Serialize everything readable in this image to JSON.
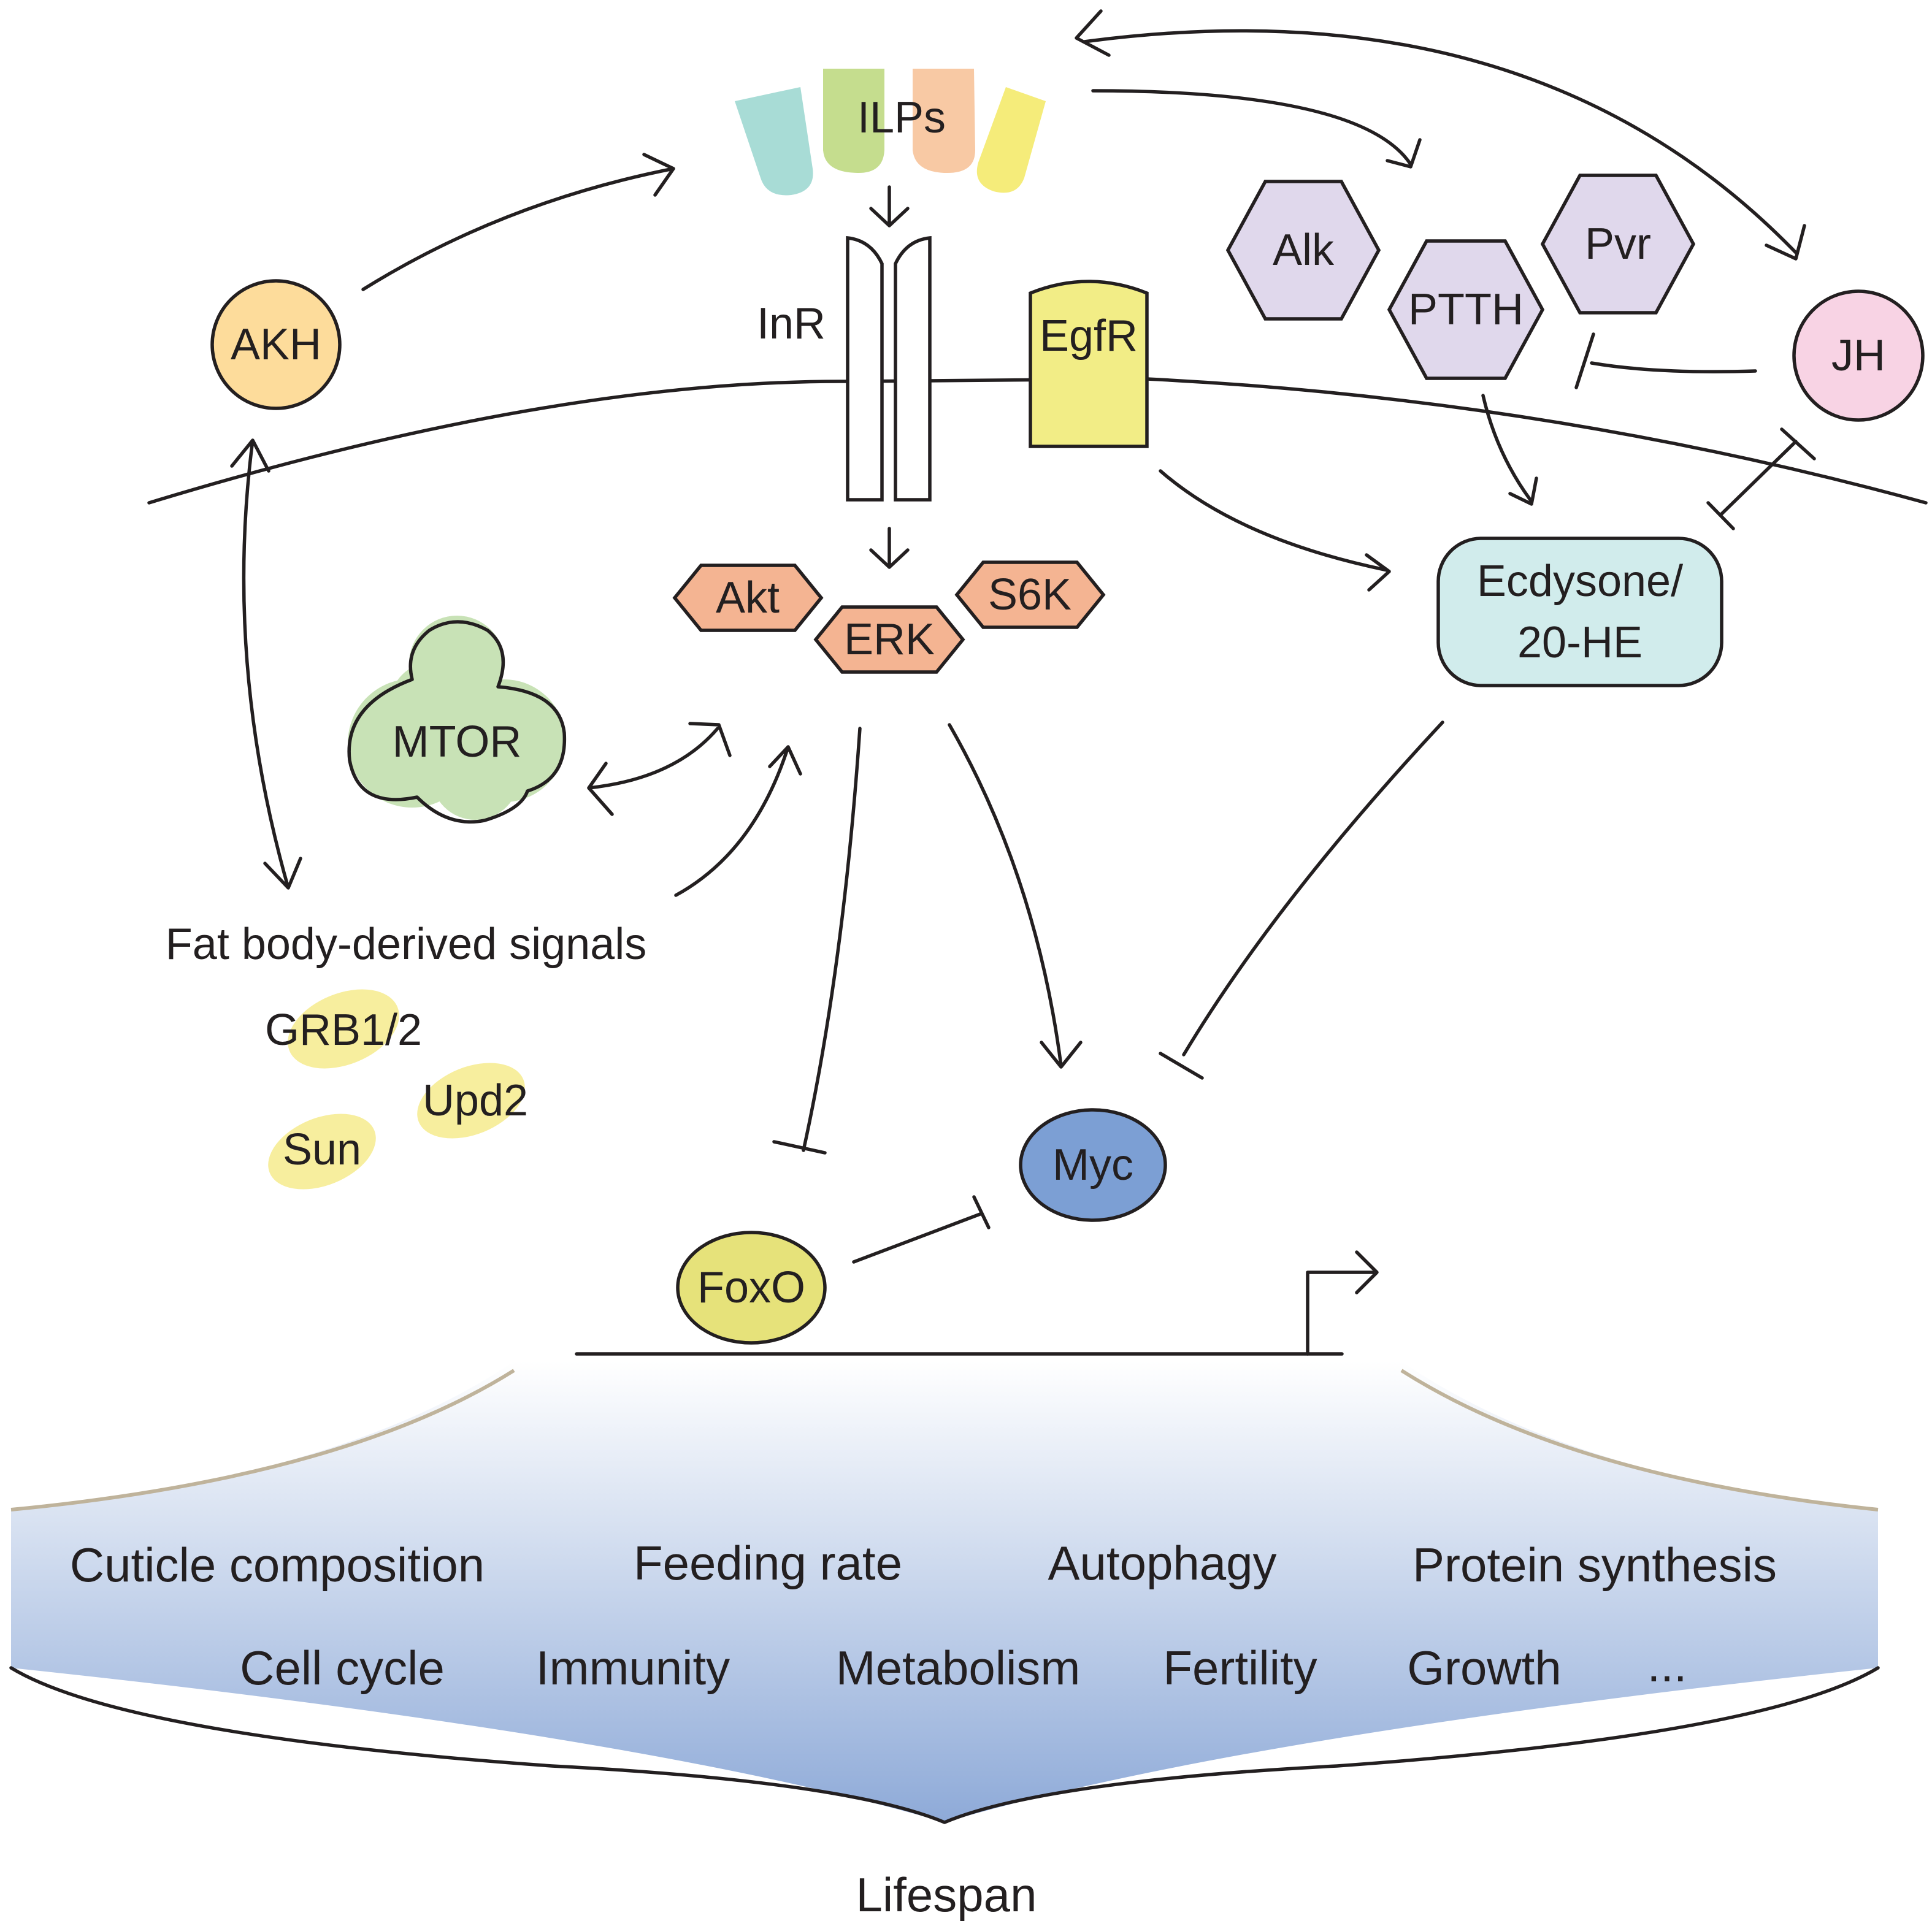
{
  "colors": {
    "ilp_1": "#a8dcd6",
    "ilp_2": "#c5dd8e",
    "ilp_3": "#f8c9a4",
    "ilp_4": "#f5ec7a",
    "akh": "#fddc9b",
    "egfr": "#f2ed86",
    "kinase": "#f4b492",
    "mtor": "#c8e2b6",
    "receptor_ligand": "#e0d8ec",
    "jh": "#f8d3e4",
    "ecdysone": "#d1ecec",
    "myc": "#7c9fd4",
    "foxo": "#e6e27a",
    "fat_body_highlight": "#f7ee9e",
    "fat_body_title": "#bfae8f",
    "gradient_top": "#ffffff",
    "gradient_bottom": "#8eaad8"
  },
  "labels": {
    "ilps": "ILPs",
    "inr": "InR",
    "egfr": "EgfR",
    "akh": "AKH",
    "akt": "Akt",
    "erk": "ERK",
    "s6k": "S6K",
    "mtor": "MTOR",
    "alk": "Alk",
    "ptth": "PTTH",
    "pvr": "Pvr",
    "jh": "JH",
    "ecdysone_line1": "Ecdysone/",
    "ecdysone_line2": "20-HE",
    "myc": "Myc",
    "foxo": "FoxO",
    "fat_body_title": "Fat body-derived signals",
    "grb": "GRB1/2",
    "upd2": "Upd2",
    "sun": "Sun"
  },
  "outcomes": {
    "row1": [
      "Cuticle composition",
      "Feeding rate",
      "Autophagy",
      "Protein synthesis"
    ],
    "row2": [
      "Cell cycle",
      "Immunity",
      "Metabolism",
      "Fertility",
      "Growth",
      "..."
    ]
  },
  "lifespan": "Lifespan"
}
